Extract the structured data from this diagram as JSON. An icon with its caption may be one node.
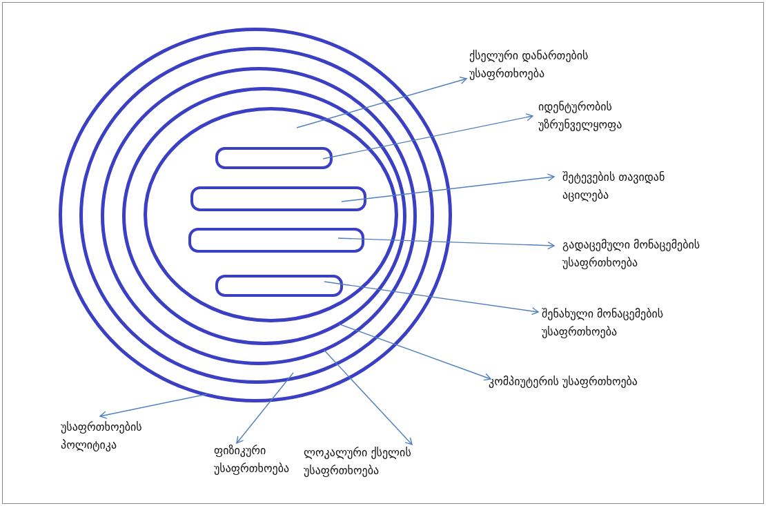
{
  "diagram": {
    "nodes": [
      {
        "text": [],
        "shape": "ellipse"
      },
      {
        "text": [],
        "shape": "ellipse",
        "in": 0
      },
      {
        "text": [],
        "shape": "ellipse",
        "in": 1
      },
      {
        "text": [],
        "shape": "ellipse",
        "in": 2
      },
      {
        "text": [],
        "shape": "ellipse",
        "in": 3
      },
      {
        "text": [],
        "shape": "bar",
        "in": 4
      },
      {
        "text": [],
        "shape": "bar",
        "in": 4
      },
      {
        "text": [],
        "shape": "bar",
        "in": 4
      },
      {
        "text": [],
        "shape": "bar",
        "in": 4
      },
      {
        "text": [
          "ქსელური დანართების უსაფრთხოება"
        ]
      },
      {
        "text": [
          "იდენტურობის უზრუნველყოფა"
        ]
      },
      {
        "text": [
          "შეტევების თავიდან აცილება"
        ]
      },
      {
        "text": [
          "გადაცემული მონაცემების უსაფრთხოება"
        ]
      },
      {
        "text": [
          "შენახული მონაცემების უსაფრთხოება"
        ]
      },
      {
        "text": [
          "კომპიუტერის უსაფრთხოება"
        ]
      },
      {
        "text": [
          "უსაფრთხოების პოლიტიკა"
        ]
      },
      {
        "text": [
          "ფიზიკური უსაფრთხოება"
        ]
      },
      {
        "text": [
          "ლოკალური ქსელის უსაფრთხოება"
        ]
      }
    ],
    "edges": [
      {
        "from": 4,
        "to": 9,
        "arrow": "to"
      },
      {
        "from": 5,
        "to": 10,
        "arrow": "to"
      },
      {
        "from": 6,
        "to": 11,
        "arrow": "to"
      },
      {
        "from": 7,
        "to": 12,
        "arrow": "to"
      },
      {
        "from": 8,
        "to": 13,
        "arrow": "to"
      },
      {
        "from": 3,
        "to": 14,
        "arrow": "to"
      },
      {
        "from": 0,
        "to": 15,
        "arrow": "to"
      },
      {
        "from": 1,
        "to": 16,
        "arrow": "to"
      },
      {
        "from": 2,
        "to": 17,
        "arrow": "to"
      }
    ]
  }
}
